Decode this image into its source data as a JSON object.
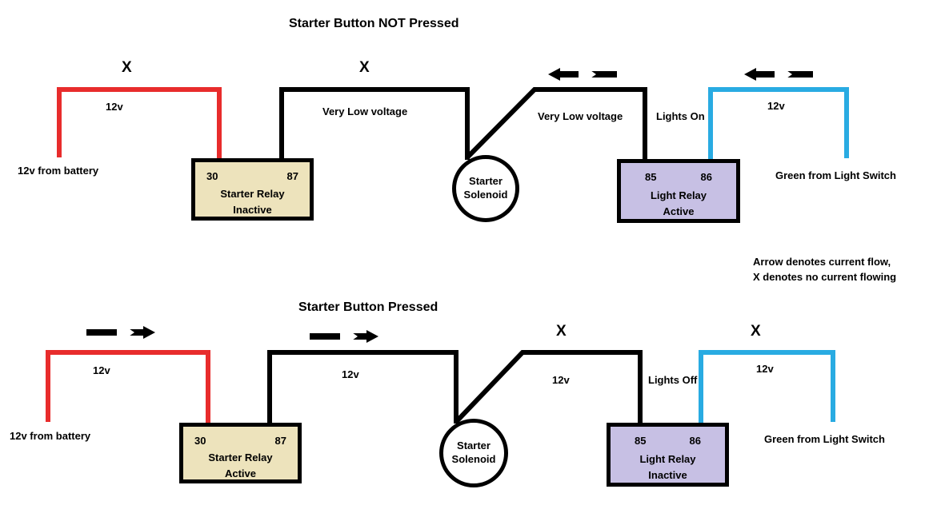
{
  "diagram": {
    "legend": {
      "line1": "Arrow denotes current flow,",
      "line2": "X denotes no current flowing"
    },
    "colors": {
      "wire_red": "#E82C2C",
      "wire_black": "#000000",
      "wire_blue": "#29ABE2",
      "starter_relay_fill": "#EDE3BC",
      "light_relay_fill": "#C7C0E4",
      "background": "#FFFFFF"
    },
    "panels": [
      {
        "id": "not-pressed",
        "title": "Starter Button NOT Pressed",
        "battery_label": "12v from battery",
        "light_switch_label": "Green from Light Switch",
        "solenoid": {
          "line1": "Starter",
          "line2": "Solenoid"
        },
        "starter_relay": {
          "pin_left": "30",
          "pin_right": "87",
          "name": "Starter Relay",
          "state": "Inactive"
        },
        "light_relay": {
          "pin_left": "85",
          "pin_right": "86",
          "name": "Light Relay",
          "state": "Active"
        },
        "wires": [
          {
            "name": "battery-to-relay",
            "label": "12v",
            "color": "#E82C2C",
            "flow": "none"
          },
          {
            "name": "relay-to-solenoid",
            "label": "Very Low voltage",
            "color": "#000000",
            "flow": "none"
          },
          {
            "name": "solenoid-to-light-relay",
            "label": "Very Low voltage",
            "color": "#000000",
            "flow": "left"
          },
          {
            "name": "light-relay-output",
            "label": "Lights On",
            "color": "#000000",
            "flow": "none"
          },
          {
            "name": "light-switch-to-relay",
            "label": "12v",
            "color": "#29ABE2",
            "flow": "left"
          }
        ],
        "markers": [
          {
            "name": "x-battery-wire",
            "symbol": "X"
          },
          {
            "name": "x-starter-relay-wire",
            "symbol": "X"
          }
        ]
      },
      {
        "id": "pressed",
        "title": "Starter Button Pressed",
        "battery_label": "12v from battery",
        "light_switch_label": "Green from Light Switch",
        "solenoid": {
          "line1": "Starter",
          "line2": "Solenoid"
        },
        "starter_relay": {
          "pin_left": "30",
          "pin_right": "87",
          "name": "Starter Relay",
          "state": "Active"
        },
        "light_relay": {
          "pin_left": "85",
          "pin_right": "86",
          "name": "Light Relay",
          "state": "Inactive"
        },
        "wires": [
          {
            "name": "battery-to-relay",
            "label": "12v",
            "color": "#E82C2C",
            "flow": "right"
          },
          {
            "name": "relay-to-solenoid",
            "label": "12v",
            "color": "#000000",
            "flow": "right"
          },
          {
            "name": "solenoid-to-light-relay",
            "label": "12v",
            "color": "#000000",
            "flow": "none"
          },
          {
            "name": "light-relay-output",
            "label": "Lights Off",
            "color": "#000000",
            "flow": "none"
          },
          {
            "name": "light-switch-to-relay",
            "label": "12v",
            "color": "#29ABE2",
            "flow": "none"
          }
        ],
        "markers": [
          {
            "name": "x-solenoid-wire",
            "symbol": "X"
          },
          {
            "name": "x-light-switch-wire",
            "symbol": "X"
          }
        ]
      }
    ]
  }
}
